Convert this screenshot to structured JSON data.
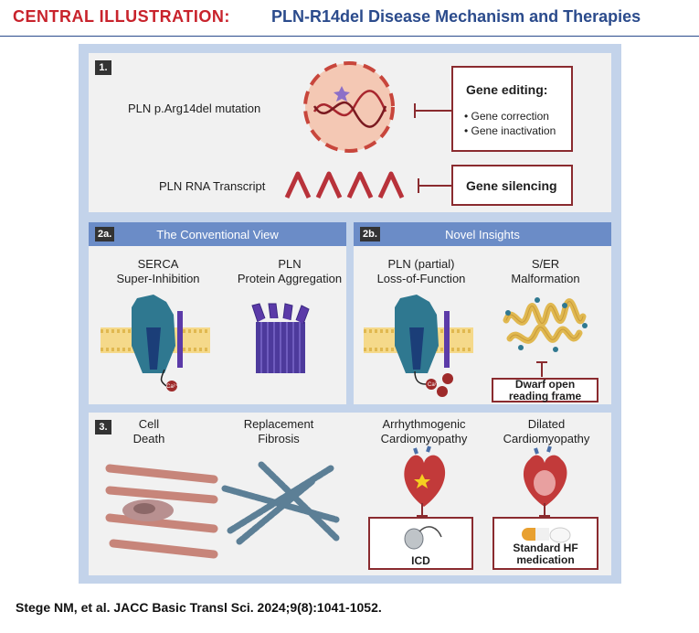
{
  "header": {
    "label": "CENTRAL ILLUSTRATION:",
    "title": "PLN-R14del Disease Mechanism and Therapies"
  },
  "section1": {
    "number": "1.",
    "mutation_label": "PLN p.Arg14del mutation",
    "transcript_label": "PLN RNA Transcript",
    "gene_editing": {
      "title": "Gene editing:",
      "items": [
        "• Gene correction",
        "• Gene inactivation"
      ]
    },
    "gene_silencing": "Gene silencing"
  },
  "section2a": {
    "number": "2a.",
    "band": "The Conventional View",
    "left_label": "SERCA\nSuper-Inhibition",
    "right_label": "PLN\nProtein Aggregation",
    "ion": "Ca²⁺"
  },
  "section2b": {
    "number": "2b.",
    "band": "Novel Insights",
    "left_label": "PLN (partial)\nLoss-of-Function",
    "right_label": "S/ER\nMalformation",
    "therapy": "Dwarf open\nreading frame",
    "ion": "Ca²⁺"
  },
  "section3": {
    "number": "3.",
    "cell_death": "Cell\nDeath",
    "fibrosis": "Replacement\nFibrosis",
    "acm": "Arrhythmogenic\nCardiomyopathy",
    "dcm": "Dilated\nCardiomyopathy",
    "acm_therapy": "ICD",
    "dcm_therapy": "Standard HF\nmedication"
  },
  "footer": "Stege NM, et al. JACC Basic Transl Sci. 2024;9(8):1041-1052.",
  "colors": {
    "header_red": "#c8232c",
    "header_blue": "#2b4b8c",
    "frame": "#c3d3ea",
    "band": "#6b8cc7",
    "box_border": "#8a2b2f"
  }
}
